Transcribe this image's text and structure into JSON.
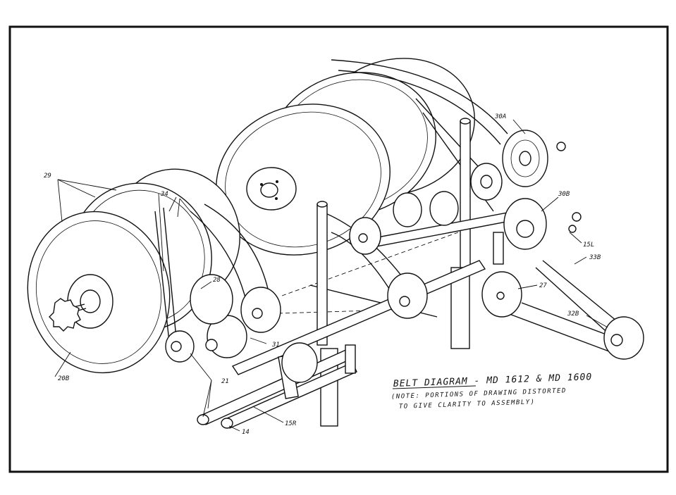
{
  "drawing": {
    "title": "BELT DIAGRAM - MD 1612 & MD 1600",
    "note_line_1": "(NOTE: PORTIONS OF DRAWING DISTORTED",
    "note_line_2": "TO GIVE CLARITY TO ASSEMBLY)"
  },
  "callouts": {
    "c29": "29",
    "c34": "34",
    "c28": "28",
    "c31": "31",
    "c21": "21",
    "c14": "14",
    "c15R": "15R",
    "c20B": "20B",
    "c30A": "30A",
    "c30B": "30B",
    "c15L": "15L",
    "c33B": "33B",
    "c27": "27",
    "c32B": "32B"
  }
}
